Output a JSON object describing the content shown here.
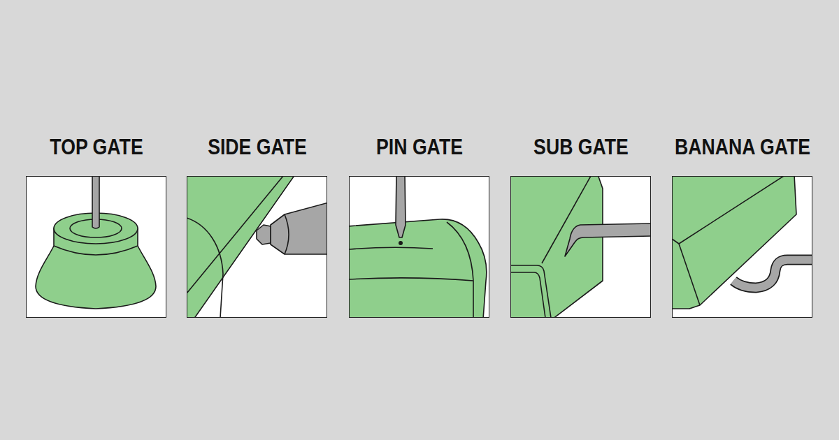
{
  "diagram": {
    "nodes": [
      {
        "text": [
          "TOP GATE"
        ]
      },
      {
        "text": [
          "SIDE GATE"
        ]
      },
      {
        "text": [
          "PIN GATE"
        ]
      },
      {
        "text": [
          "SUB GATE"
        ]
      },
      {
        "text": [
          "BANANA GATE"
        ]
      }
    ]
  }
}
